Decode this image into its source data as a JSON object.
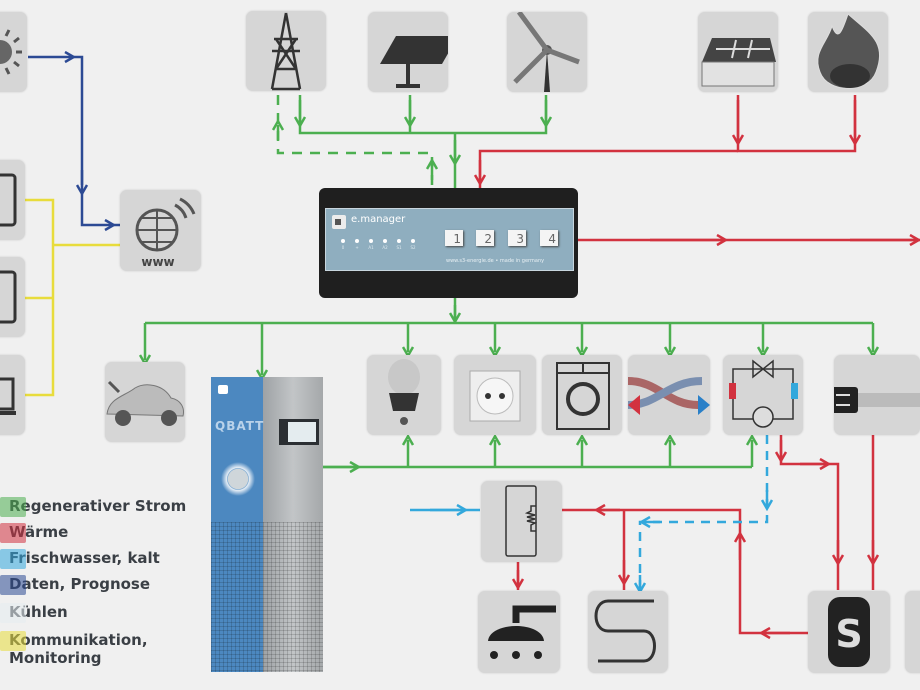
{
  "diagram": {
    "title": "e.manager Energiefluss",
    "colors": {
      "regenerativer_strom": "#4caf50",
      "waerme": "#d2323f",
      "frischwasser": "#33a8dc",
      "daten": "#2c4a94",
      "kommunikation": "#e8dc3c",
      "tile": "#d6d6d6",
      "background": "#f0f0f0"
    },
    "sources": [
      {
        "id": "grid",
        "label": "Stromnetz",
        "icon": "power-pylon-icon"
      },
      {
        "id": "pv",
        "label": "Photovoltaik",
        "icon": "solar-panel-icon"
      },
      {
        "id": "wind",
        "label": "Windkraft",
        "icon": "wind-turbine-icon"
      },
      {
        "id": "solarthermie",
        "label": "Solarthermie",
        "icon": "solar-roof-icon"
      },
      {
        "id": "feuer",
        "label": "Holz/Kohle",
        "icon": "fire-icon"
      },
      {
        "id": "wetter",
        "label": "Wetter",
        "icon": "sun-icon"
      }
    ],
    "devices": [
      {
        "id": "smartphone",
        "icon": "smartphone-icon"
      },
      {
        "id": "tablet",
        "icon": "tablet-icon"
      },
      {
        "id": "laptop",
        "icon": "laptop-icon"
      },
      {
        "id": "internet",
        "icon": "globe-icon",
        "text": "www"
      },
      {
        "id": "ecar",
        "icon": "electric-car-icon"
      },
      {
        "id": "lamp",
        "icon": "light-bulb-icon"
      },
      {
        "id": "socket",
        "icon": "power-socket-icon"
      },
      {
        "id": "washer",
        "icon": "washing-machine-icon"
      },
      {
        "id": "exchanger",
        "icon": "heat-exchanger-icon"
      },
      {
        "id": "heatpump",
        "icon": "heat-pump-icon"
      },
      {
        "id": "heater",
        "icon": "heating-rod-icon"
      },
      {
        "id": "boiler",
        "icon": "water-heater-icon"
      },
      {
        "id": "shower",
        "icon": "shower-icon"
      },
      {
        "id": "radiator",
        "icon": "radiator-icon"
      },
      {
        "id": "storage",
        "icon": "storage-tank-icon",
        "text": "S"
      }
    ],
    "emanager": {
      "title": "e.manager",
      "leds": [
        "0",
        "+",
        "A1",
        "A2",
        "S1",
        "S2"
      ],
      "buttons": [
        "1",
        "2",
        "3",
        "4"
      ],
      "footer": "www.s3-energie.de • made in germany"
    },
    "battery": {
      "name": "QBATT"
    }
  },
  "legend": [
    {
      "label": "Regenerativer Strom",
      "color": "#4caf50"
    },
    {
      "label": "Wärme",
      "color": "#d2323f"
    },
    {
      "label": "Frischwasser, kalt",
      "color": "#33a8dc"
    },
    {
      "label": "Daten, Prognose",
      "color": "#2c4a94"
    },
    {
      "label": "Kühlen",
      "color": "#e6ecf0"
    },
    {
      "label": "Kommunikation, Monitoring",
      "color": "#e8dc3c"
    }
  ]
}
